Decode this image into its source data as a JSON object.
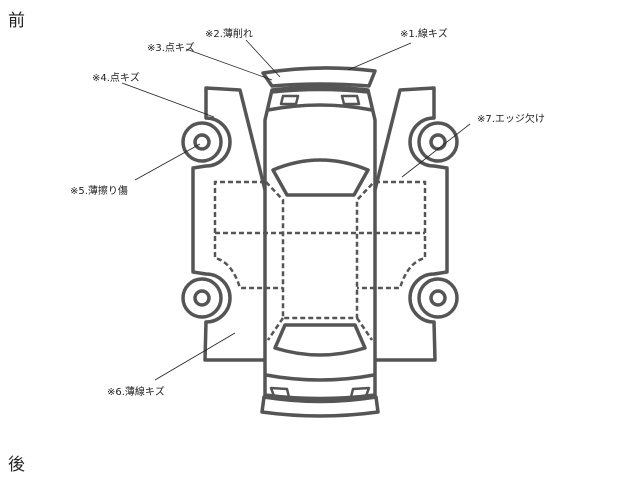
{
  "directions": {
    "front": "前",
    "rear": "後"
  },
  "damage_labels": [
    {
      "id": "1",
      "text": "※1.線キズ"
    },
    {
      "id": "2",
      "text": "※2.薄削れ"
    },
    {
      "id": "3",
      "text": "※3.点キズ"
    },
    {
      "id": "4",
      "text": "※4.点キズ"
    },
    {
      "id": "5",
      "text": "※5.薄擦り傷"
    },
    {
      "id": "6",
      "text": "※6.薄線キズ"
    },
    {
      "id": "7",
      "text": "※7.エッジ欠け"
    }
  ],
  "colors": {
    "outline": "#555555",
    "leader": "#222222",
    "text": "#222222"
  }
}
